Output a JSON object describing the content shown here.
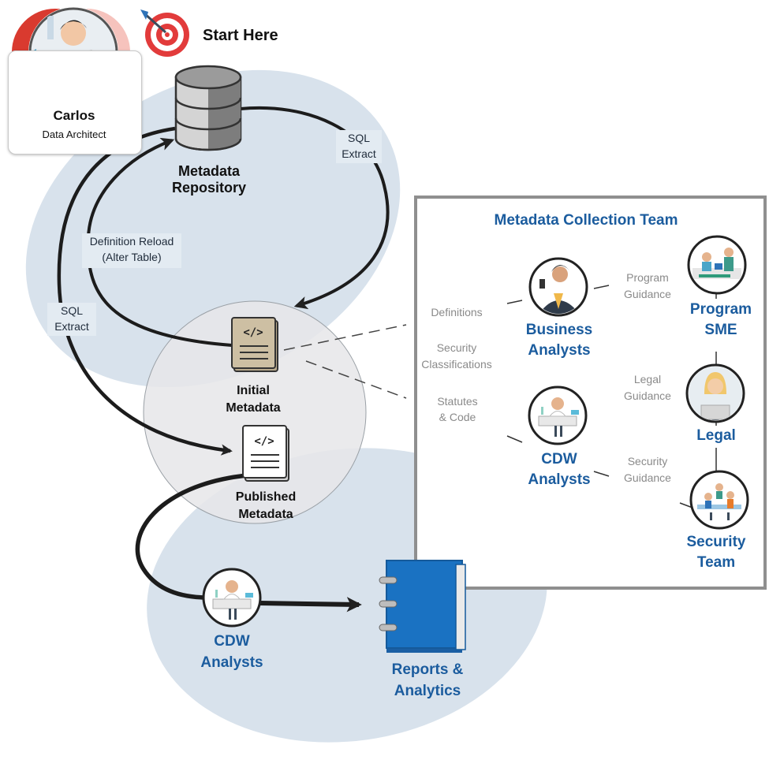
{
  "start": {
    "label": "Start Here"
  },
  "carlos": {
    "name": "Carlos",
    "role": "Data Architect"
  },
  "nodes": {
    "repository": {
      "line1": "Metadata",
      "line2": "Repository"
    },
    "initial": {
      "line1": "Initial",
      "line2": "Metadata"
    },
    "published": {
      "line1": "Published",
      "line2": "Metadata"
    },
    "cdw_bottom": {
      "line1": "CDW",
      "line2": "Analysts"
    },
    "reports": {
      "line1": "Reports &",
      "line2": "Analytics"
    }
  },
  "edges": {
    "sql_extract_right": {
      "line1": "SQL",
      "line2": "Extract"
    },
    "definition_reload": {
      "line1": "Definition Reload",
      "line2": "(Alter Table)"
    },
    "sql_extract_left": {
      "line1": "SQL",
      "line2": "Extract"
    }
  },
  "team": {
    "title": "Metadata Collection Team",
    "inputs": {
      "definitions": "Definitions",
      "security_classifications": {
        "line1": "Security",
        "line2": "Classifications"
      },
      "statutes": {
        "line1": "Statutes",
        "line2": "& Code"
      }
    },
    "business_analysts": {
      "line1": "Business",
      "line2": "Analysts"
    },
    "cdw_analysts": {
      "line1": "CDW",
      "line2": "Analysts"
    },
    "program_sme": {
      "line1": "Program",
      "line2": "SME"
    },
    "legal": {
      "line1": "Legal"
    },
    "security_team": {
      "line1": "Security",
      "line2": "Team"
    },
    "guidance": {
      "program": {
        "line1": "Program",
        "line2": "Guidance"
      },
      "legal": {
        "line1": "Legal",
        "line2": "Guidance"
      },
      "security": {
        "line1": "Security",
        "line2": "Guidance"
      }
    }
  },
  "colors": {
    "ellipse_blue": "#d8e2ec",
    "circle_gray": "#e6e7e9",
    "accent_blue": "#1b5c9e",
    "book_blue": "#1a72c2",
    "arrow": "#222222"
  }
}
